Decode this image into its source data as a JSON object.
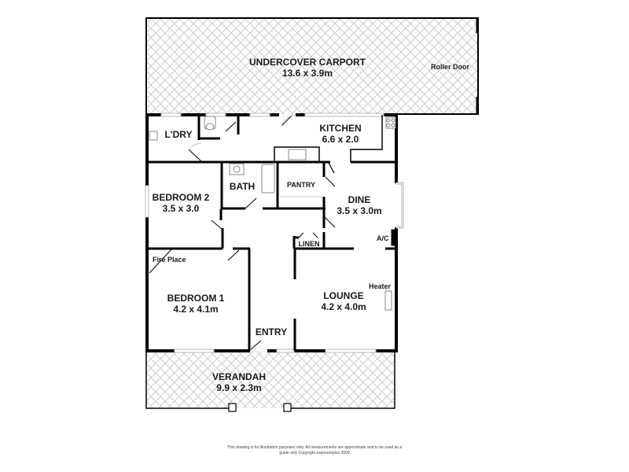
{
  "rooms": {
    "carport": {
      "name": "UNDERCOVER CARPORT",
      "dim": "13.6 x 3.9m"
    },
    "kitchen": {
      "name": "KITCHEN",
      "dim": "6.6 x 2.0"
    },
    "laundry": {
      "name": "L'DRY"
    },
    "bath": {
      "name": "BATH"
    },
    "pantry": {
      "name": "PANTRY"
    },
    "bedroom2": {
      "name": "BEDROOM 2",
      "dim": "3.5 x 3.0"
    },
    "dine": {
      "name": "DINE",
      "dim": "3.5 x 3.0m"
    },
    "linen": {
      "name": "LINEN"
    },
    "bedroom1": {
      "name": "BEDROOM 1",
      "dim": "4.2 x 4.1m"
    },
    "lounge": {
      "name": "LOUNGE",
      "dim": "4.2 x 4.0m"
    },
    "entry": {
      "name": "ENTRY"
    },
    "verandah": {
      "name": "VERANDAH",
      "dim": "9.9 x 2.3m"
    }
  },
  "notes": {
    "roller_door": "Roller Door",
    "fire_place": "Fire Place",
    "ac": "A/C",
    "heater": "Heater"
  },
  "disclaimer": {
    "line1": "This drawing is for illustration purposes only. All measurements are approximate and to be used as a",
    "line2": "guide only Copyright exposureplus 2009"
  },
  "colors": {
    "wall": "#000000",
    "hatch": "#c8c8c8",
    "window": "#bdbdbd",
    "background": "#ffffff"
  }
}
